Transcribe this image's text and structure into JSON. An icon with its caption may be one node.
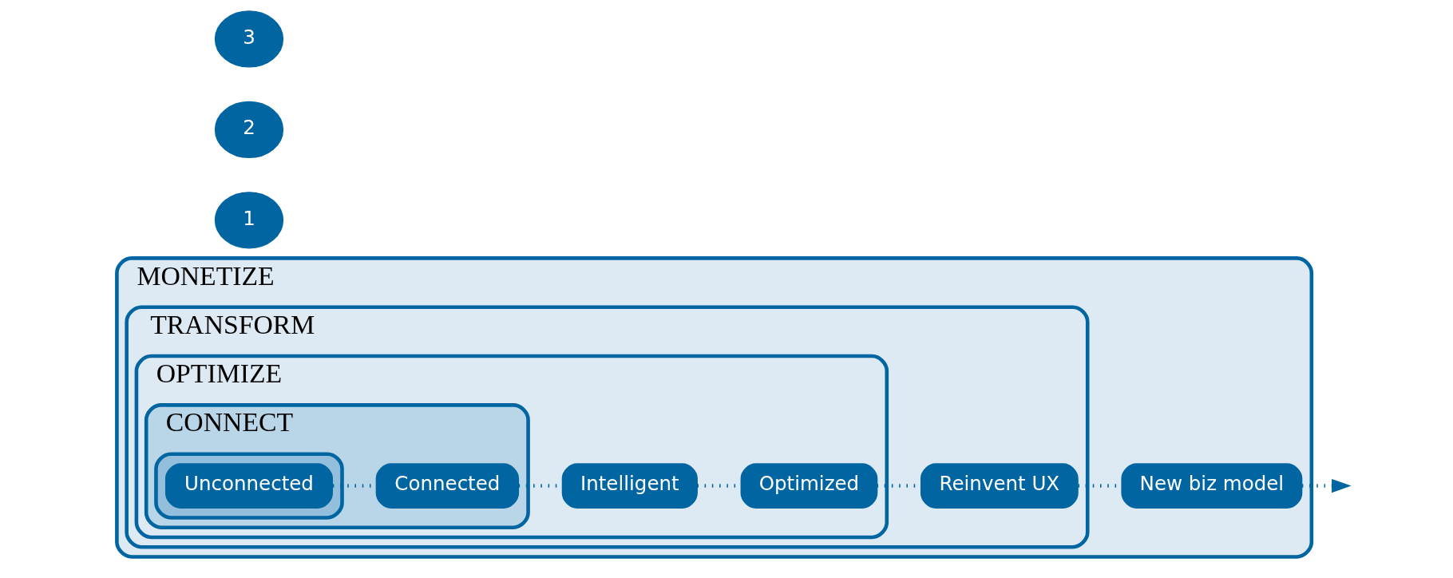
{
  "diagram": {
    "nodes": [
      {
        "text": [
          "MONETIZE"
        ]
      },
      {
        "text": [
          "TRANSFORM"
        ],
        "in": 0
      },
      {
        "text": [
          "OPTIMIZE"
        ],
        "in": 1
      },
      {
        "text": [
          "CONNECT"
        ],
        "in": 2
      },
      {
        "text": [],
        "shape": "box",
        "in": 3
      },
      {
        "text": [
          "Unconnected"
        ],
        "in": 4
      },
      {
        "text": [
          "Connected"
        ],
        "in": 3
      },
      {
        "text": [
          "Intelligent"
        ],
        "in": 2
      },
      {
        "text": [
          "Optimized"
        ],
        "in": 2
      },
      {
        "text": [
          "Reinvent UX"
        ],
        "in": 1
      },
      {
        "text": [
          "New biz model"
        ],
        "in": 0
      },
      {
        "text": [
          "1"
        ]
      },
      {
        "text": [
          "2"
        ]
      },
      {
        "text": [
          "3"
        ]
      }
    ],
    "edges": [
      {
        "from": 5,
        "to": 6,
        "arrow": "none",
        "style": "dashed"
      },
      {
        "from": 6,
        "to": 7,
        "arrow": "none",
        "style": "dashed"
      },
      {
        "from": 7,
        "to": 8,
        "arrow": "none",
        "style": "dashed"
      },
      {
        "from": 8,
        "to": 9,
        "arrow": "none",
        "style": "dashed"
      },
      {
        "from": 9,
        "to": 10,
        "arrow": "none",
        "style": "dashed"
      },
      {
        "from": 10,
        "to": null,
        "arrow": "to",
        "style": "dashed"
      }
    ]
  }
}
